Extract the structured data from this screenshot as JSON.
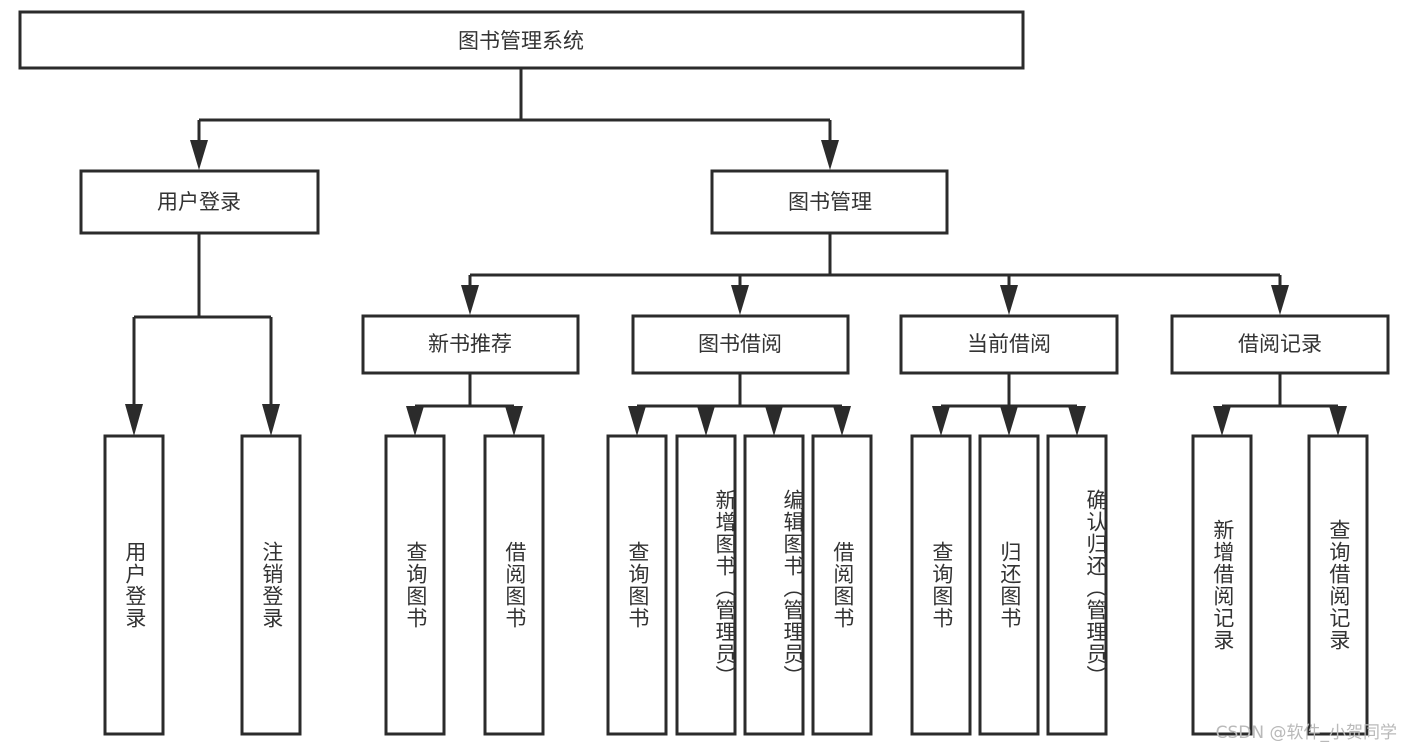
{
  "diagram": {
    "title": "图书管理系统",
    "type": "hierarchy-tree",
    "orientation": "top-down",
    "colors": {
      "box_stroke": "#2b2b2b",
      "box_fill": "#ffffff",
      "text": "#333333",
      "connector": "#2b2b2b",
      "background": "#ffffff",
      "watermark": "#b9b9b9"
    },
    "root": {
      "label": "图书管理系统"
    },
    "level1": [
      {
        "label": "用户登录"
      },
      {
        "label": "图书管理"
      }
    ],
    "level2": [
      {
        "label": "新书推荐"
      },
      {
        "label": "图书借阅"
      },
      {
        "label": "当前借阅"
      },
      {
        "label": "借阅记录"
      }
    ],
    "leaves": {
      "user_login": [
        {
          "label": "用户登录"
        },
        {
          "label": "注销登录"
        }
      ],
      "new_book_recommend": [
        {
          "label": "查询图书"
        },
        {
          "label": "借阅图书"
        }
      ],
      "book_borrow": [
        {
          "label": "查询图书"
        },
        {
          "label": "新增图书（管理员）"
        },
        {
          "label": "编辑图书（管理员）"
        },
        {
          "label": "借阅图书"
        }
      ],
      "current_borrow": [
        {
          "label": "查询图书"
        },
        {
          "label": "归还图书"
        },
        {
          "label": "确认归还（管理员）"
        }
      ],
      "borrow_record": [
        {
          "label": "新增借阅记录"
        },
        {
          "label": "查询借阅记录"
        }
      ]
    }
  },
  "watermark": {
    "text": "CSDN @软件_小贺同学"
  }
}
